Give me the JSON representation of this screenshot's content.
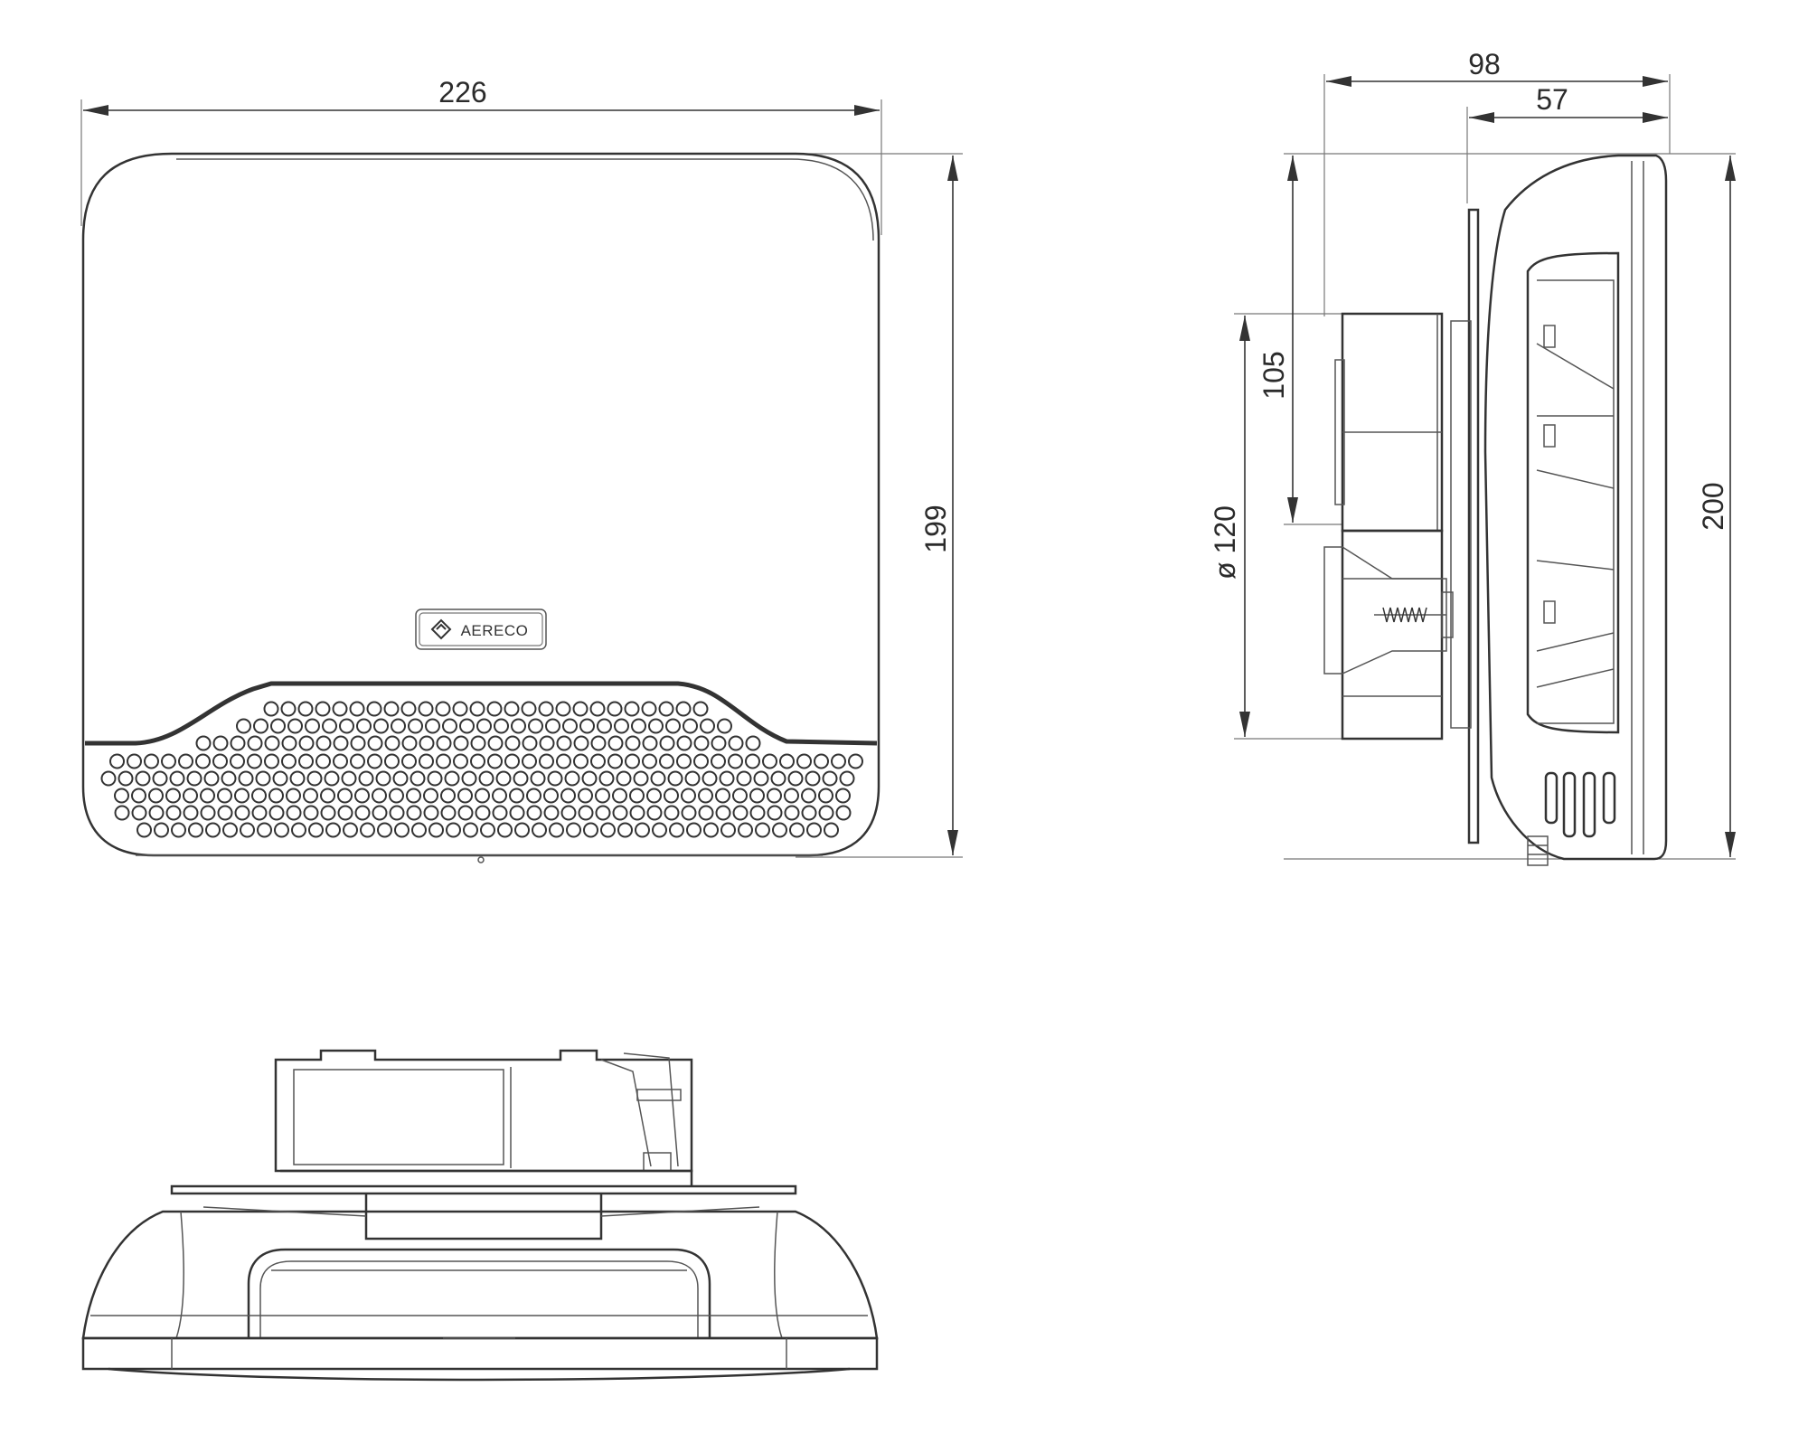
{
  "dimensions": {
    "front_width": "226",
    "front_height": "199",
    "side_depth_total": "98",
    "side_depth_body": "57",
    "side_duct_height": "105",
    "side_duct_diameter": "ø 120",
    "side_height": "200"
  },
  "logo": {
    "brand": "AERECO"
  }
}
